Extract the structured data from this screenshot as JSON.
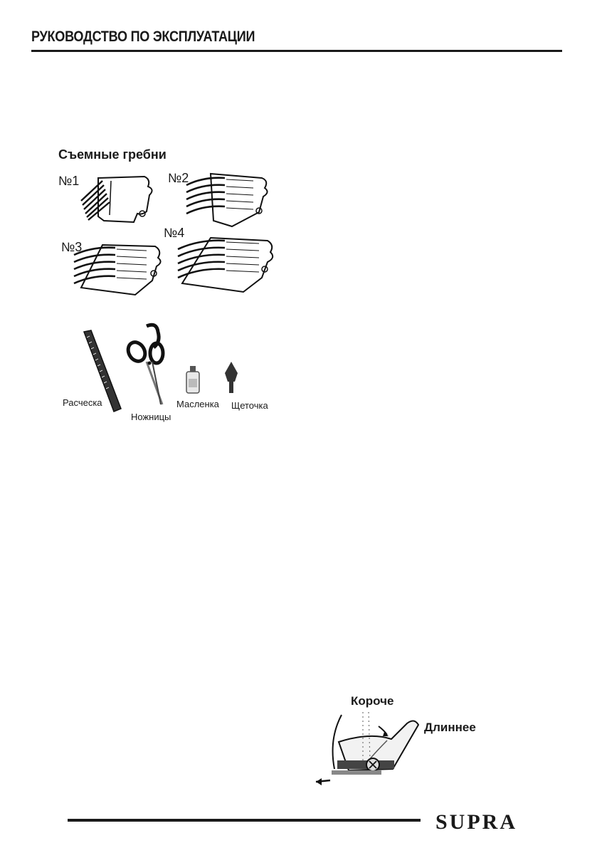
{
  "header": {
    "title": "РУКОВОДСТВО ПО ЭКСПЛУАТАЦИИ"
  },
  "combs": {
    "title": "Съемные гребни",
    "items": [
      {
        "label": "№1"
      },
      {
        "label": "№2"
      },
      {
        "label": "№3"
      },
      {
        "label": "№4"
      }
    ]
  },
  "accessories": {
    "comb_label": "Расческа",
    "scissors_label": "Ножницы",
    "oiler_label": "Масленка",
    "brush_label": "Щеточка"
  },
  "adjust_figure": {
    "shorter_label": "Короче",
    "longer_label": "Длиннее"
  },
  "footer": {
    "brand": "SUPRA"
  }
}
